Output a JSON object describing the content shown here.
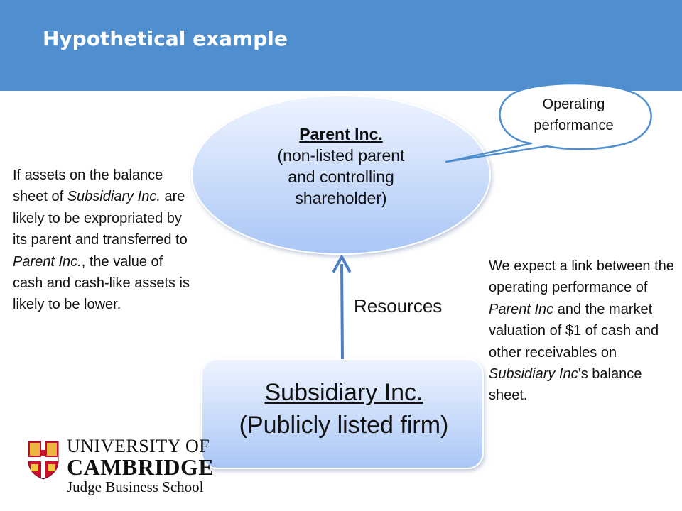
{
  "header": {
    "title": "Hypothetical example"
  },
  "diagram": {
    "parent_node": {
      "name": "Parent Inc.",
      "desc_line1": "(non-listed parent",
      "desc_line2": "and controlling",
      "desc_line3": "shareholder)"
    },
    "subsidiary_node": {
      "name": "Subsidiary Inc.",
      "desc": "(Publicly listed firm)"
    },
    "callout": {
      "line1": "Operating",
      "line2": "performance"
    },
    "edge_label": "Resources"
  },
  "left_note": {
    "t1": "If assets on the balance sheet of ",
    "t2": "Subsidiary Inc.",
    "t3": " are likely to be expropriated by its parent and transferred to ",
    "t4": "Parent Inc.",
    "t5": ", the value of cash and cash-like assets is likely to be lower."
  },
  "right_note": {
    "t1": "We expect a link between the operating performance of ",
    "t2": "Parent Inc",
    "t3": " and the market valuation of $1 of cash and other receivables on ",
    "t4": "Subsidiary Inc",
    "t5": "’s balance sheet."
  },
  "logo": {
    "line1": "UNIVERSITY OF",
    "line2": "CAMBRIDGE",
    "line3": "Judge Business School"
  },
  "colors": {
    "header": "#4f8fcf",
    "node_fill_top": "#eef4ff",
    "node_fill_bottom": "#a9c6f5",
    "arrow": "#4f7fc8",
    "callout_stroke": "#4f8fcf",
    "crest_red": "#c8102e"
  }
}
